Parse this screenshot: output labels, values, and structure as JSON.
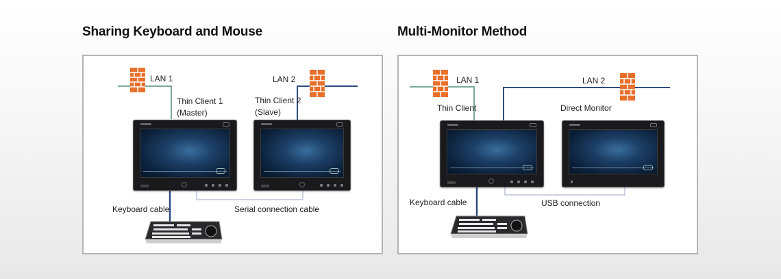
{
  "left_panel": {
    "title": "Sharing Keyboard and Mouse",
    "lan1": "LAN 1",
    "lan2": "LAN 2",
    "client1_line1": "Thin Client 1",
    "client1_line2": "(Master)",
    "client2_line1": "Thin Client 2",
    "client2_line2": "(Slave)",
    "keyboard_cable": "Keyboard cable",
    "serial_cable": "Serial connection cable"
  },
  "right_panel": {
    "title": "Multi-Monitor Method",
    "lan1": "LAN 1",
    "lan2": "LAN 2",
    "thin_client": "Thin Client",
    "direct_monitor": "Direct Monitor",
    "keyboard_cable": "Keyboard cable",
    "usb_connection": "USB connection"
  },
  "icons": {
    "firewall": "firewall-icon",
    "monitor": "monitor-icon",
    "keyboard": "keyboard-icon"
  },
  "colors": {
    "lan1_line": "#7aa995",
    "lan2_line": "#2c4a80",
    "keyboard_line": "#2c4a80",
    "link_line": "#9aa6c8",
    "firewall": "#e8702a"
  }
}
